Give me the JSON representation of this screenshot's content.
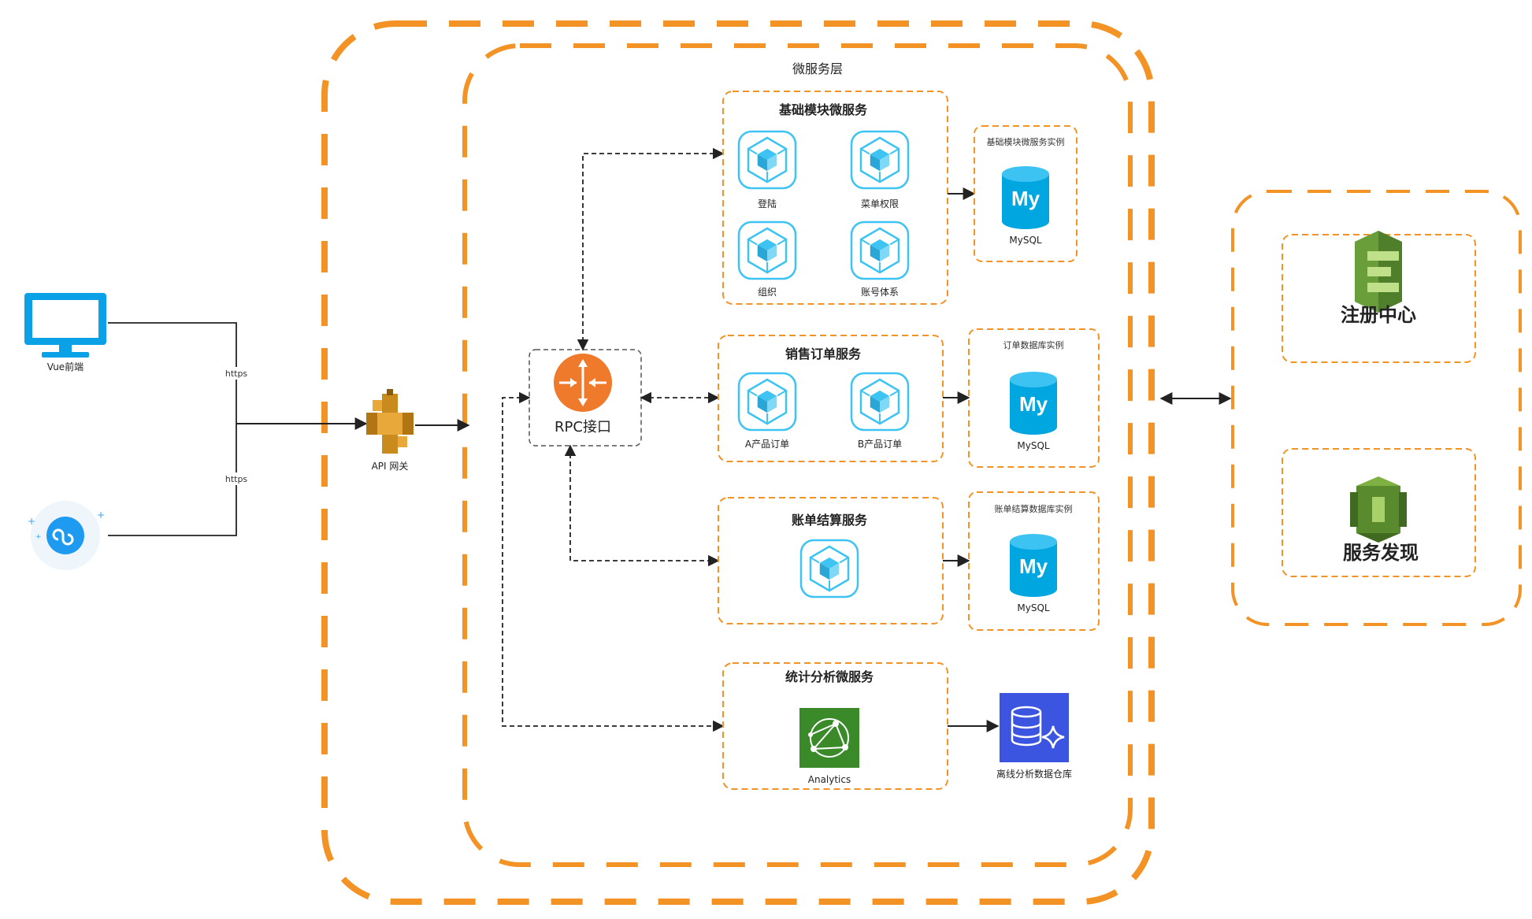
{
  "clients": {
    "vue_label": "Vue前端",
    "https_top": "https",
    "https_bottom": "https"
  },
  "gateway": {
    "label": "API 网关"
  },
  "microservice_layer": {
    "title": "微服务层"
  },
  "rpc": {
    "label": "RPC接口"
  },
  "base_service": {
    "title": "基础模块微服务",
    "items": [
      "登陆",
      "菜单权限",
      "组织",
      "账号体系"
    ],
    "db_title": "基础模块微服务实例",
    "db_label": "MySQL"
  },
  "order_service": {
    "title": "销售订单服务",
    "items": [
      "A产品订单",
      "B产品订单"
    ],
    "db_title": "订单数据库实例",
    "db_label": "MySQL"
  },
  "billing_service": {
    "title": "账单结算服务",
    "db_title": "账单结算数据库实例",
    "db_label": "MySQL"
  },
  "analytics_service": {
    "title": "统计分析微服务",
    "item": "Analytics",
    "warehouse_label": "离线分析数据仓库"
  },
  "registry": {
    "register_label": "注册中心",
    "discovery_label": "服务发现"
  },
  "colors": {
    "orange": "#f39325",
    "cube": "#3ec4f2",
    "rpc": "#f07a2c",
    "mysql": "#00a6e0",
    "analytics_green": "#3b8a2a",
    "warehouse_blue": "#3b55e0",
    "registry_green": "#5a8a2e"
  }
}
